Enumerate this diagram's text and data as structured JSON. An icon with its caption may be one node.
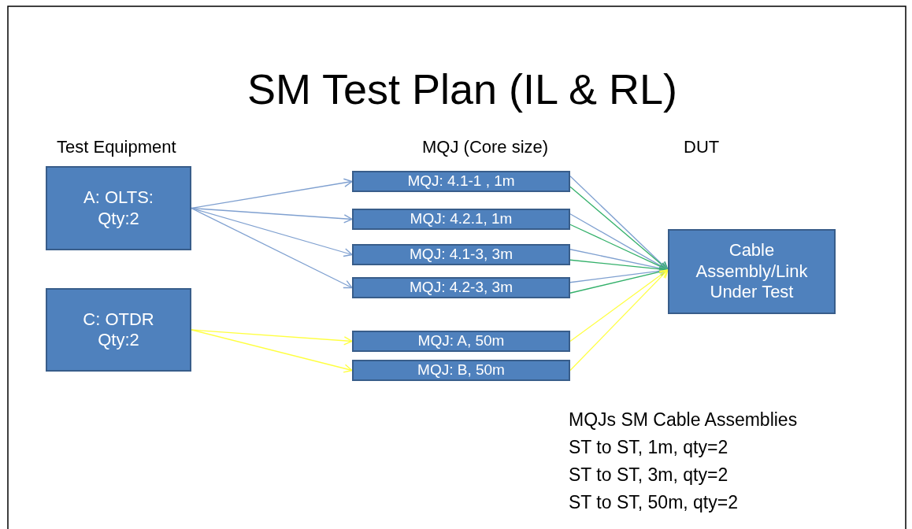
{
  "diagram": {
    "title": "SM Test Plan (IL & RL)",
    "nodes": [
      {
        "text": [
          "A: OLTS: Qty:2"
        ]
      },
      {
        "text": [
          "C: OTDR Qty:2"
        ]
      },
      {
        "text": [
          "MQJ: 4.1-1 , 1m"
        ]
      },
      {
        "text": [
          "MQJ: 4.2.1, 1m"
        ]
      },
      {
        "text": [
          "MQJ: 4.1-3, 3m"
        ]
      },
      {
        "text": [
          "MQJ: 4.2-3, 3m"
        ]
      },
      {
        "text": [
          "MQJ: A,  50m"
        ]
      },
      {
        "text": [
          "MQJ: B, 50m"
        ]
      },
      {
        "text": [
          "Cable Assembly/Link Under Test"
        ]
      }
    ],
    "edges": [
      {
        "from": 0,
        "to": 2,
        "arrow": "to"
      },
      {
        "from": 0,
        "to": 3,
        "arrow": "to"
      },
      {
        "from": 0,
        "to": 4,
        "arrow": "to"
      },
      {
        "from": 0,
        "to": 5,
        "arrow": "to"
      },
      {
        "from": 1,
        "to": 6,
        "arrow": "to",
        "color": "#ffff40"
      },
      {
        "from": 1,
        "to": 7,
        "arrow": "to",
        "color": "#ffff40"
      },
      {
        "from": 2,
        "to": 8,
        "arrow": "to"
      },
      {
        "from": 2,
        "to": 8,
        "arrow": "to",
        "color": "#33b06a"
      },
      {
        "from": 3,
        "to": 8,
        "arrow": "to"
      },
      {
        "from": 3,
        "to": 8,
        "arrow": "to",
        "color": "#33b06a"
      },
      {
        "from": 4,
        "to": 8,
        "arrow": "to"
      },
      {
        "from": 4,
        "to": 8,
        "arrow": "to",
        "color": "#33b06a"
      },
      {
        "from": 5,
        "to": 8,
        "arrow": "to"
      },
      {
        "from": 5,
        "to": 8,
        "arrow": "to",
        "color": "#33b06a"
      },
      {
        "from": 6,
        "to": 8,
        "arrow": "to",
        "color": "#ffff40"
      },
      {
        "from": 7,
        "to": 8,
        "arrow": "to",
        "color": "#ffff40"
      }
    ],
    "labels": [
      "Test Equipment",
      "MQJ (Core size)",
      "DUT",
      "MQJs SM Cable Assemblies",
      "ST to ST, 1m, qty=2",
      "ST to ST, 3m, qty=2",
      "ST to ST, 50m, qty=2"
    ]
  }
}
